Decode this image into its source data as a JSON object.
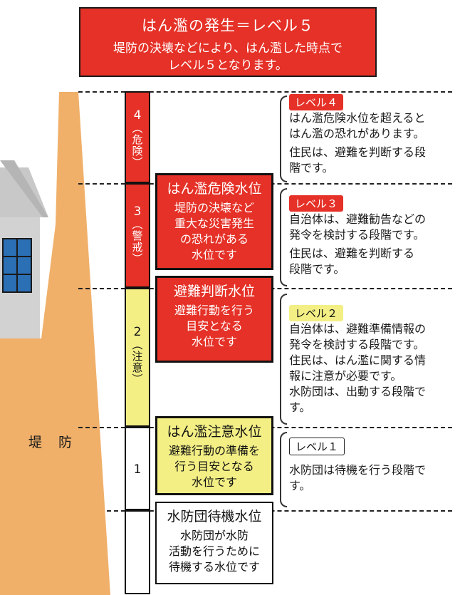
{
  "banner": {
    "title": "はん濫の発生＝レベル５",
    "line1": "堤防の決壊などにより、はん濫した時点で",
    "line2": "レベル５となります。"
  },
  "embankment_label": "堤　防",
  "levels": [
    {
      "number": "4",
      "paren": "（危険）",
      "color": "#e53127"
    },
    {
      "number": "3",
      "paren": "（警戒）",
      "color": "#e53127"
    },
    {
      "number": "2",
      "paren": "（注意）",
      "color": "#f3ef85"
    },
    {
      "number": "1",
      "paren": "",
      "color": "#ffffff"
    }
  ],
  "water_levels": [
    {
      "head": "はん濫危険水位",
      "body": [
        "堤防の決壊など",
        "重大な災害発生",
        "の恐れがある",
        "水位です"
      ]
    },
    {
      "head": "避難判断水位",
      "body": [
        "避難行動を行う",
        "目安となる",
        "水位です"
      ]
    },
    {
      "head": "はん濫注意水位",
      "body": [
        "避難行動の準備を",
        "行う目安となる",
        "水位です"
      ]
    },
    {
      "head": "水防団待機水位",
      "body": [
        "水防団が水防",
        "活動を行うために",
        "待機する水位です"
      ]
    }
  ],
  "descriptions": [
    {
      "badge": "レベル４",
      "lines": [
        "はん濫危険水位を超えると",
        "はん濫の恐れがあります。",
        "住民は、避難を判断する段",
        "階です。"
      ]
    },
    {
      "badge": "レベル３",
      "lines": [
        "自治体は、避難勧告などの",
        "発令を検討する段階です。",
        "住民は、避難を判断する",
        "段階です。"
      ]
    },
    {
      "badge": "レベル２",
      "lines": [
        "自治体は、避難準備情報の",
        "発令を検討する段階です。",
        "住民は、はん濫に関する情",
        "報に注意が必要です。",
        "水防団は、出動する段階で",
        "す。"
      ]
    },
    {
      "badge": "レベル１",
      "lines": [
        "水防団は待機を行う段階で",
        "す。"
      ]
    }
  ],
  "colors": {
    "red": "#e53127",
    "yellow": "#f3ef85",
    "embankment": "#f0b06a",
    "house": "#c8c8c8",
    "window": "#2b6fb5"
  }
}
